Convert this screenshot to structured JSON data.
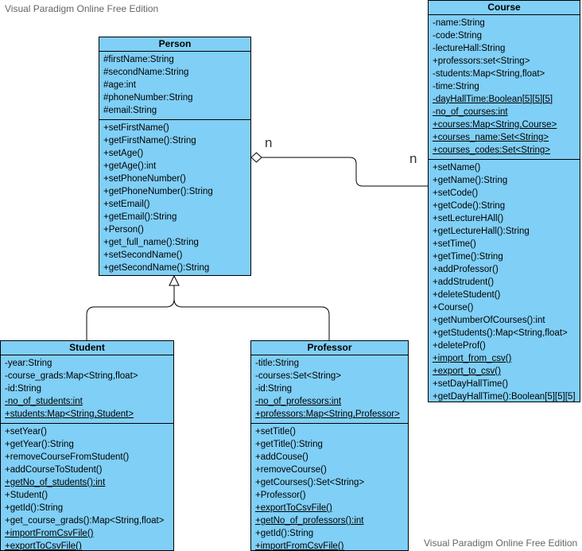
{
  "watermark_top": "Visual Paradigm Online Free Edition",
  "watermark_bottom": "Visual Paradigm Online Free Edition",
  "association": {
    "multiplicity_person": "n",
    "multiplicity_course": "n"
  },
  "person": {
    "name": "Person",
    "attributes": [
      {
        "text": "#firstName:String",
        "static": false
      },
      {
        "text": "#secondName:String",
        "static": false
      },
      {
        "text": "#age:int",
        "static": false
      },
      {
        "text": "#phoneNumber:String",
        "static": false
      },
      {
        "text": "#email:String",
        "static": false
      }
    ],
    "operations": [
      {
        "text": "+setFirstName()",
        "static": false
      },
      {
        "text": "+getFirstName():String",
        "static": false
      },
      {
        "text": "+setAge()",
        "static": false
      },
      {
        "text": "+getAge():int",
        "static": false
      },
      {
        "text": "+setPhoneNumber()",
        "static": false
      },
      {
        "text": "+getPhoneNumber():String",
        "static": false
      },
      {
        "text": "+setEmail()",
        "static": false
      },
      {
        "text": "+getEmail():String",
        "static": false
      },
      {
        "text": "+Person()",
        "static": false
      },
      {
        "text": "+get_full_name():String",
        "static": false
      },
      {
        "text": "+setSecondName()",
        "static": false
      },
      {
        "text": "+getSecondName():String",
        "static": false
      }
    ]
  },
  "course": {
    "name": "Course",
    "attributes": [
      {
        "text": "-name:String",
        "static": false
      },
      {
        "text": "-code:String",
        "static": false
      },
      {
        "text": "-lectureHall:String",
        "static": false
      },
      {
        "text": "+professors:set<String>",
        "static": false
      },
      {
        "text": "-students:Map<String,float>",
        "static": false
      },
      {
        "text": "-time:String",
        "static": false
      },
      {
        "text": "-dayHallTime:Boolean[5][5][5]",
        "static": true
      },
      {
        "text": "-no_of_courses:int",
        "static": true
      },
      {
        "text": "+courses:Map<String,Course>",
        "static": true
      },
      {
        "text": "+courses_name:Set<String>",
        "static": true
      },
      {
        "text": "+courses_codes:Set<String>",
        "static": true
      }
    ],
    "operations": [
      {
        "text": "+setName()",
        "static": false
      },
      {
        "text": "+getName():String",
        "static": false
      },
      {
        "text": "+setCode()",
        "static": false
      },
      {
        "text": "+getCode():String",
        "static": false
      },
      {
        "text": "+setLectureHAll()",
        "static": false
      },
      {
        "text": "+getLectureHall():String",
        "static": false
      },
      {
        "text": "+setTime()",
        "static": false
      },
      {
        "text": "+getTime():String",
        "static": false
      },
      {
        "text": "+addProfessor()",
        "static": false
      },
      {
        "text": "+addStrudent()",
        "static": false
      },
      {
        "text": "+deleteStudent()",
        "static": false
      },
      {
        "text": "+Course()",
        "static": false
      },
      {
        "text": "+getNumberOfCourses():int",
        "static": false
      },
      {
        "text": "+getStudents():Map<String,float>",
        "static": false
      },
      {
        "text": "+deleteProf()",
        "static": false
      },
      {
        "text": "+import_from_csv()",
        "static": true
      },
      {
        "text": "+export_to_csv()",
        "static": true
      },
      {
        "text": "+setDayHallTime()",
        "static": false
      },
      {
        "text": "+getDayHallTime():Boolean[5][5][5]",
        "static": false
      }
    ]
  },
  "student": {
    "name": "Student",
    "attributes": [
      {
        "text": "-year:String",
        "static": false
      },
      {
        "text": "-course_grads:Map<String,float>",
        "static": false
      },
      {
        "text": "-id:String",
        "static": false
      },
      {
        "text": "-no_of_students:int",
        "static": true
      },
      {
        "text": "+students:Map<String,Student>",
        "static": true
      }
    ],
    "operations": [
      {
        "text": "+setYear()",
        "static": false
      },
      {
        "text": "+getYear():String",
        "static": false
      },
      {
        "text": "+removeCourseFromStudent()",
        "static": false
      },
      {
        "text": "+addCourseToStudent()",
        "static": false
      },
      {
        "text": "+getNo_of_students():int",
        "static": true
      },
      {
        "text": "+Student()",
        "static": false
      },
      {
        "text": "+getId():String",
        "static": false
      },
      {
        "text": "+get_course_grads():Map<String,float>",
        "static": false
      },
      {
        "text": "+importFromCsvFile()",
        "static": true
      },
      {
        "text": "+exportToCsvFile()",
        "static": true
      }
    ]
  },
  "professor": {
    "name": "Professor",
    "attributes": [
      {
        "text": "-title:String",
        "static": false
      },
      {
        "text": "-courses:Set<String>",
        "static": false
      },
      {
        "text": "-id:String",
        "static": false
      },
      {
        "text": "-no_of_professors:int",
        "static": true
      },
      {
        "text": "+professors:Map<String,Professor>",
        "static": true
      }
    ],
    "operations": [
      {
        "text": "+setTitle()",
        "static": false
      },
      {
        "text": "+getTitle():String",
        "static": false
      },
      {
        "text": "+addCouse()",
        "static": false
      },
      {
        "text": "+removeCourse()",
        "static": false
      },
      {
        "text": "+getCourses():Set<String>",
        "static": false
      },
      {
        "text": "+Professor()",
        "static": false
      },
      {
        "text": "+exportToCsvFile()",
        "static": true
      },
      {
        "text": "+getNo_of_professors():int",
        "static": true
      },
      {
        "text": "+getId():String",
        "static": false
      },
      {
        "text": "+importFromCsvFile()",
        "static": true
      }
    ]
  }
}
